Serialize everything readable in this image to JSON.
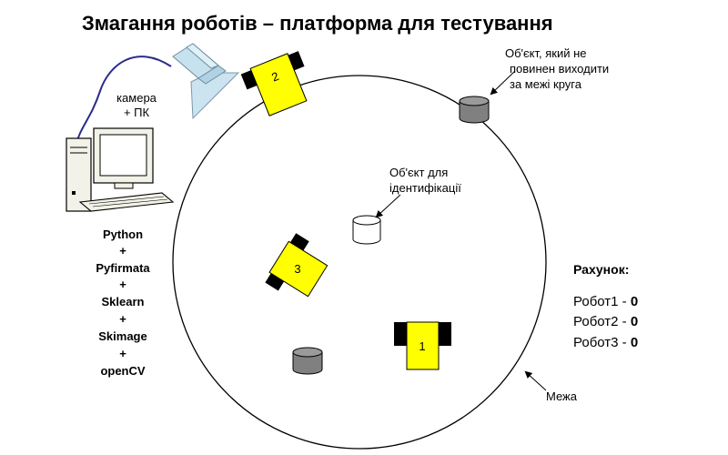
{
  "title": "Змагання роботів – платформа для тестування",
  "camera_label": [
    "камера",
    "+ ПК"
  ],
  "stack": [
    "Python",
    "+",
    "Pyfirmata",
    "+",
    "Sklearn",
    "+",
    "Skimage",
    "+",
    "openCV"
  ],
  "annotations": {
    "outside_object": [
      "Об'єкт, який не",
      "повинен виходити",
      "за межі круга"
    ],
    "identify_object": [
      "Об'єкт для",
      "ідентифікації"
    ],
    "boundary": "Межа"
  },
  "robots": [
    {
      "number": "1"
    },
    {
      "number": "2"
    },
    {
      "number": "3"
    }
  ],
  "score": {
    "title": "Рахунок:",
    "rows": [
      {
        "name": "Робот1",
        "sep": " - ",
        "value": "0"
      },
      {
        "name": "Робот2",
        "sep": " - ",
        "value": "0"
      },
      {
        "name": "Робот3",
        "sep": " - ",
        "value": "0"
      }
    ]
  },
  "colors": {
    "robot_body": "#ffff00",
    "robot_wheels": "#000000",
    "dark_object": "#808080",
    "light_object": "#ffffff",
    "camera": "#c6e2ef",
    "cable": "#2b2b8c"
  },
  "icons": [
    "camera-icon",
    "computer-icon",
    "robot-icon",
    "cylinder-icon"
  ]
}
